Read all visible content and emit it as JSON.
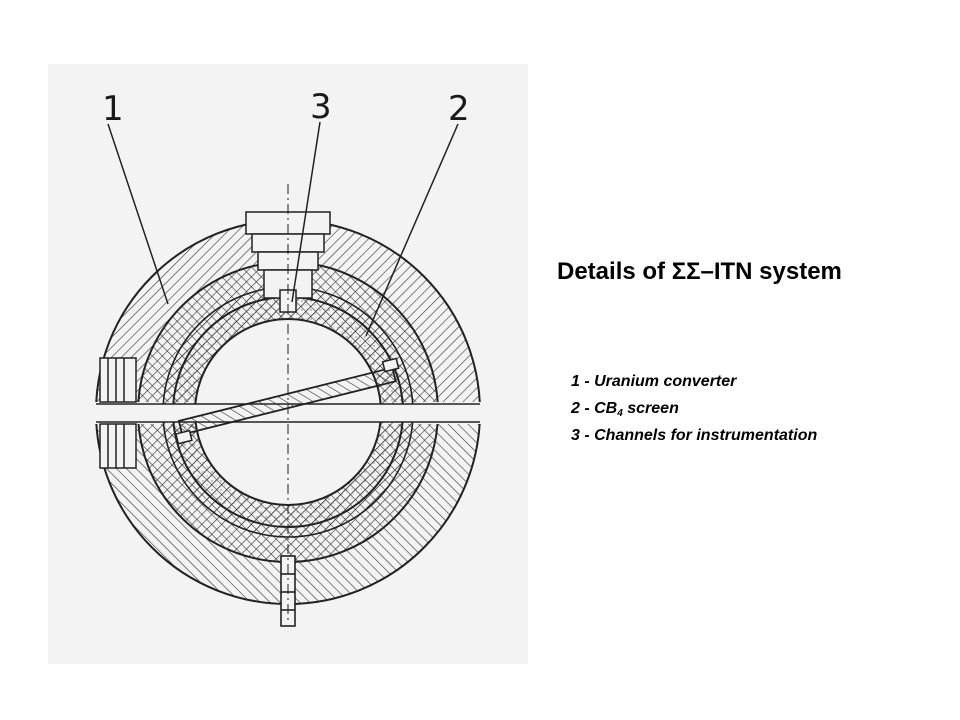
{
  "title": "Details of ΣΣ–ITN system",
  "callouts": [
    "1",
    "3",
    "2"
  ],
  "legend": [
    {
      "text": "1 - Uranium converter"
    },
    {
      "prefix": "2 - CB",
      "sub": "4",
      "suffix": " screen"
    },
    {
      "text": "3 - Channels for instrumentation"
    }
  ]
}
